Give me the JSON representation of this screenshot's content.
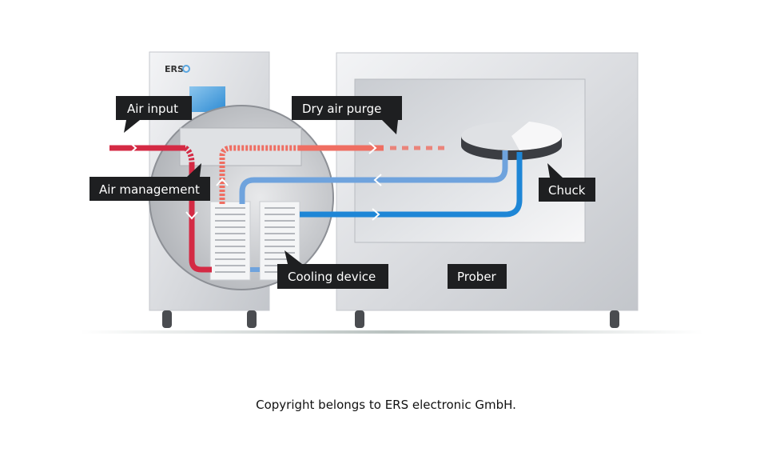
{
  "diagram": {
    "logo": "ERS",
    "labels": {
      "air_input": "Air input",
      "dry_air_purge": "Dry air purge",
      "air_management": "Air management",
      "chuck": "Chuck",
      "cooling_device": "Cooling device",
      "prober": "Prober"
    },
    "colors": {
      "air_input": "#d42a44",
      "dry_air": "#ef6e62",
      "cold_air_return": "#6fa3dd",
      "cold_air_supply": "#1e86d6",
      "label_bg": "#1e1f21"
    }
  },
  "footer": {
    "copyright": "Copyright belongs to ERS electronic GmbH."
  }
}
